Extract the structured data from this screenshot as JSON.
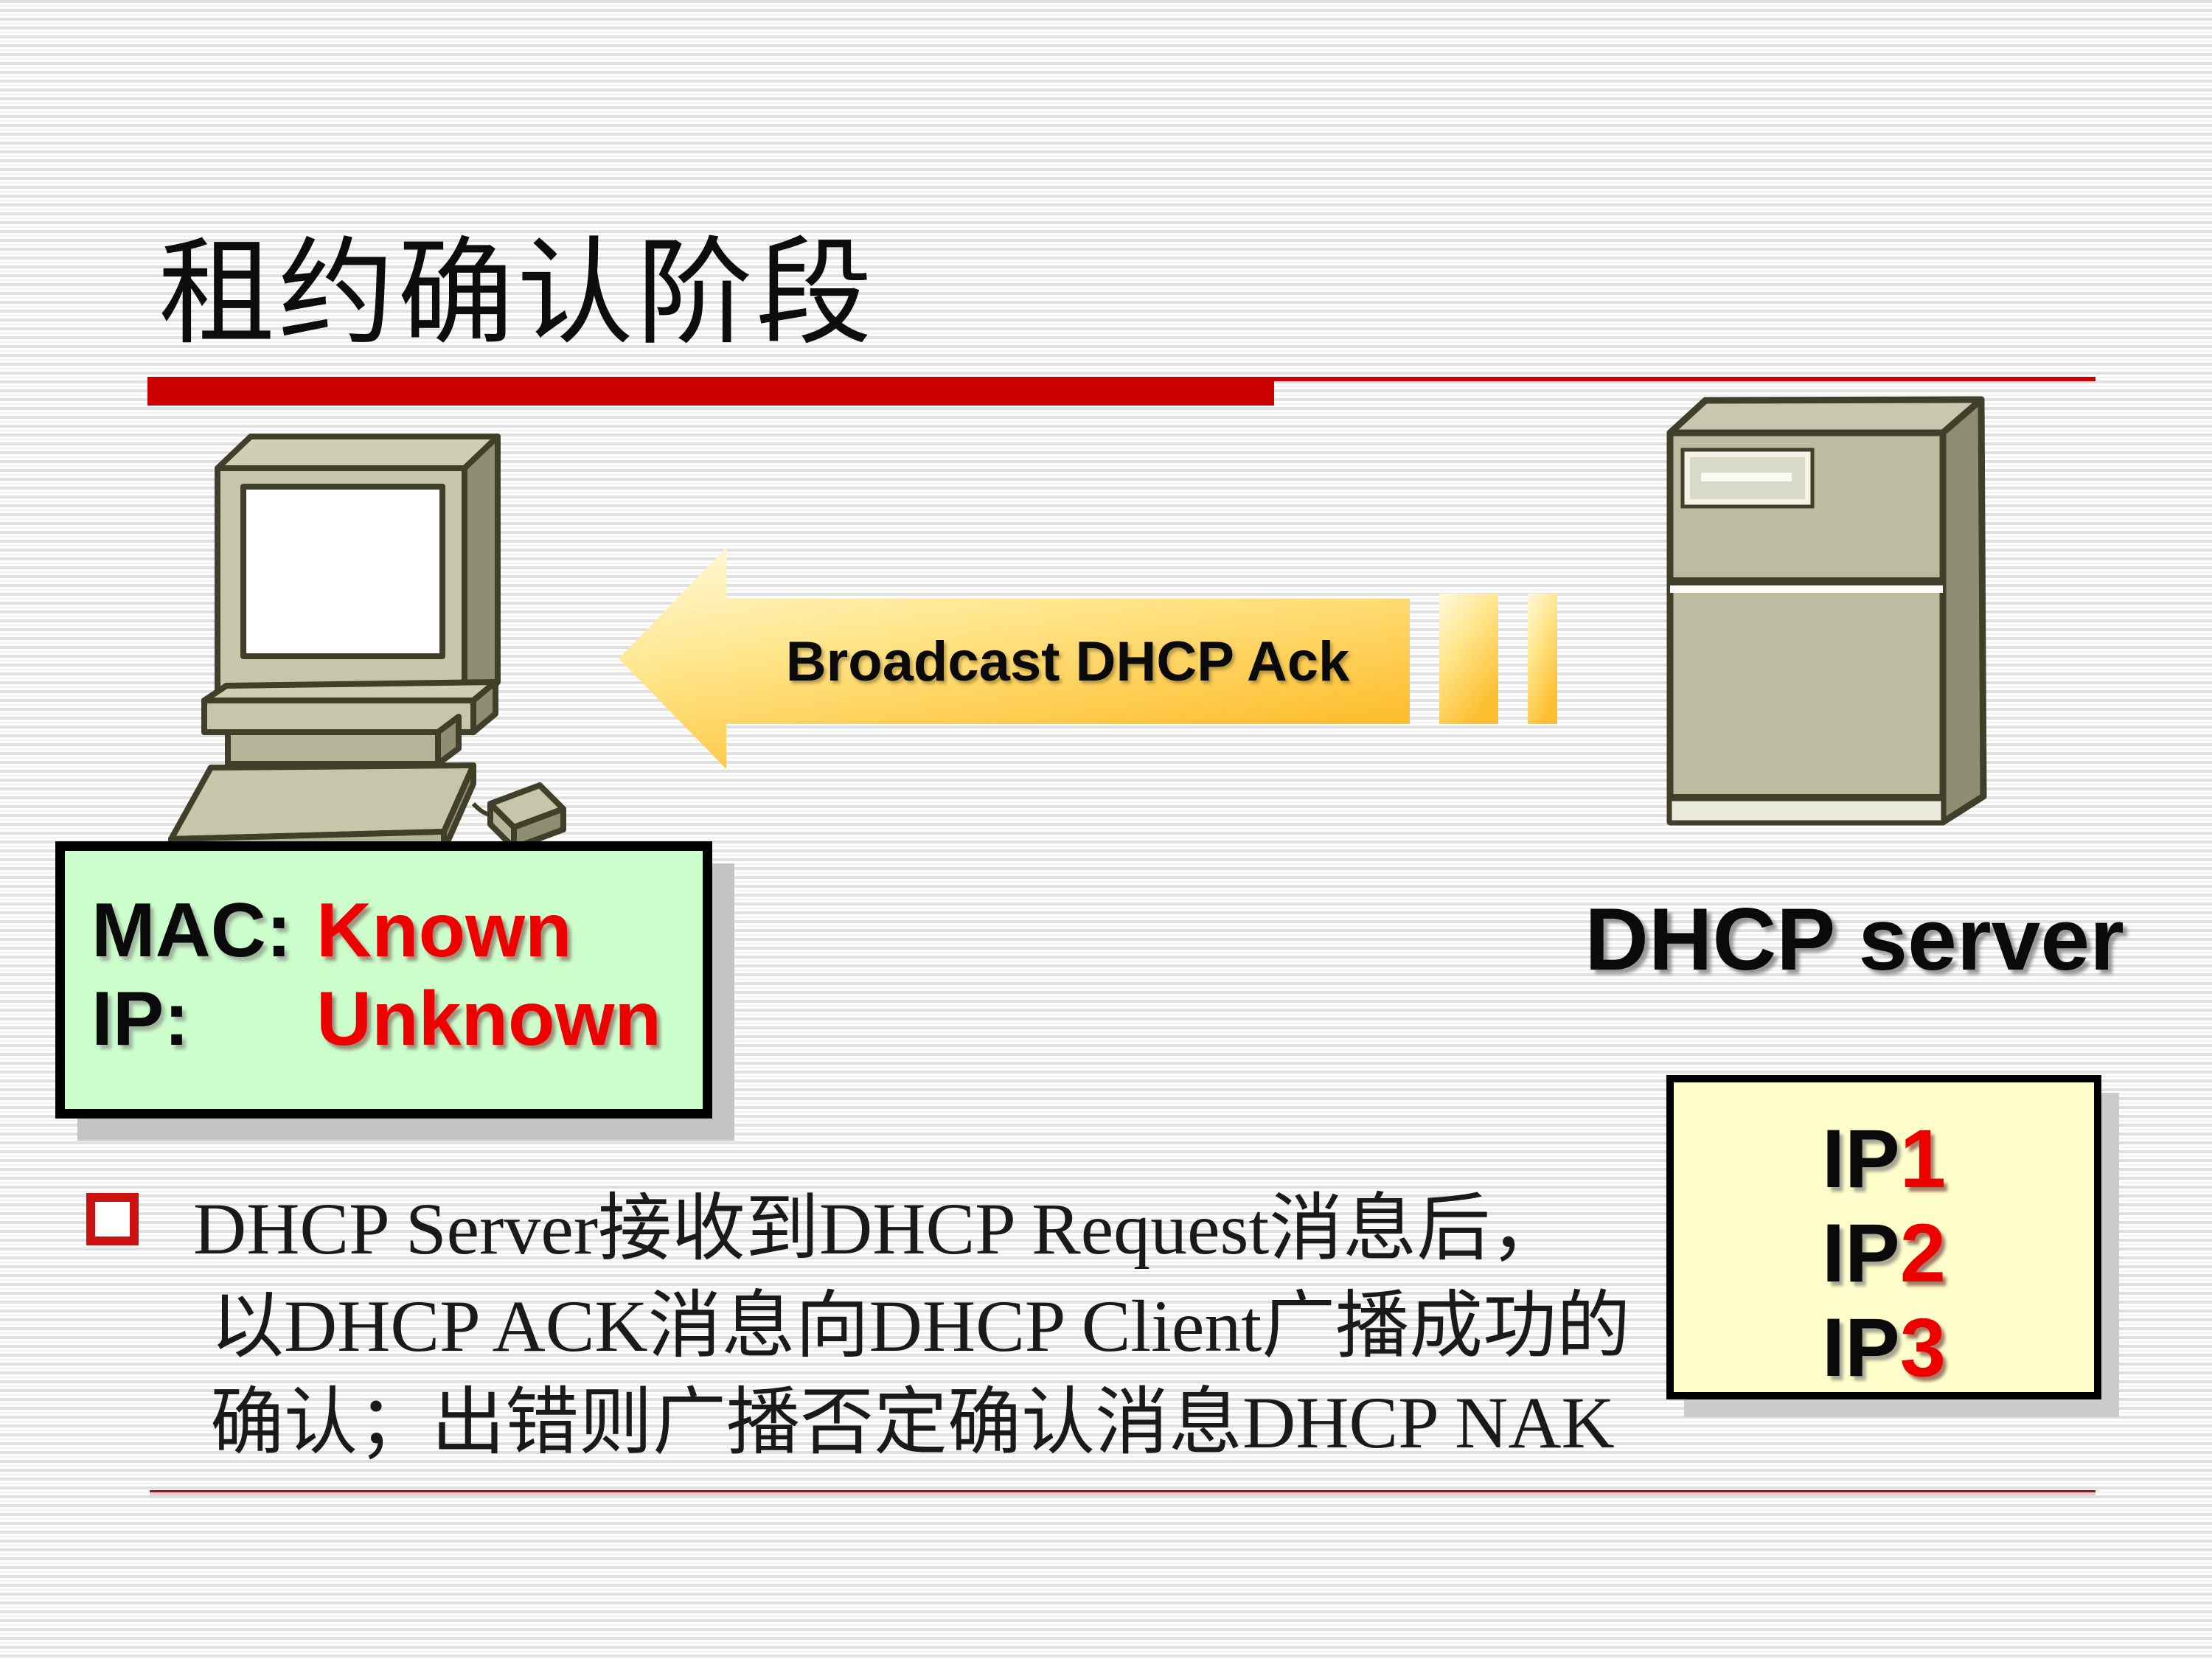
{
  "slide": {
    "title": "租约确认阶段",
    "accent_color": "#cc0000",
    "background_stripe_color": "#e0e0e0",
    "footer_line_color": "#8c1a28"
  },
  "arrow": {
    "label": "Broadcast DHCP Ack",
    "fill_light": "#fff7d4",
    "fill_dark": "#fdbe2f"
  },
  "client_status": {
    "bg_color": "#ccffcc",
    "rows": [
      {
        "label": "MAC:",
        "value": "Known"
      },
      {
        "label": "IP:",
        "value": "Unknown"
      }
    ]
  },
  "server": {
    "label": "DHCP server",
    "box_bg": "#ffffcc",
    "ip_pool": [
      {
        "prefix": "IP",
        "num": "1"
      },
      {
        "prefix": "IP",
        "num": "2"
      },
      {
        "prefix": "IP",
        "num": "3"
      }
    ]
  },
  "notes": {
    "bullet_lines": [
      "DHCP Server接收到DHCP Request消息后，",
      "以DHCP ACK消息向DHCP Client广播成功的",
      "确认；出错则广播否定确认消息DHCP NAK"
    ]
  }
}
